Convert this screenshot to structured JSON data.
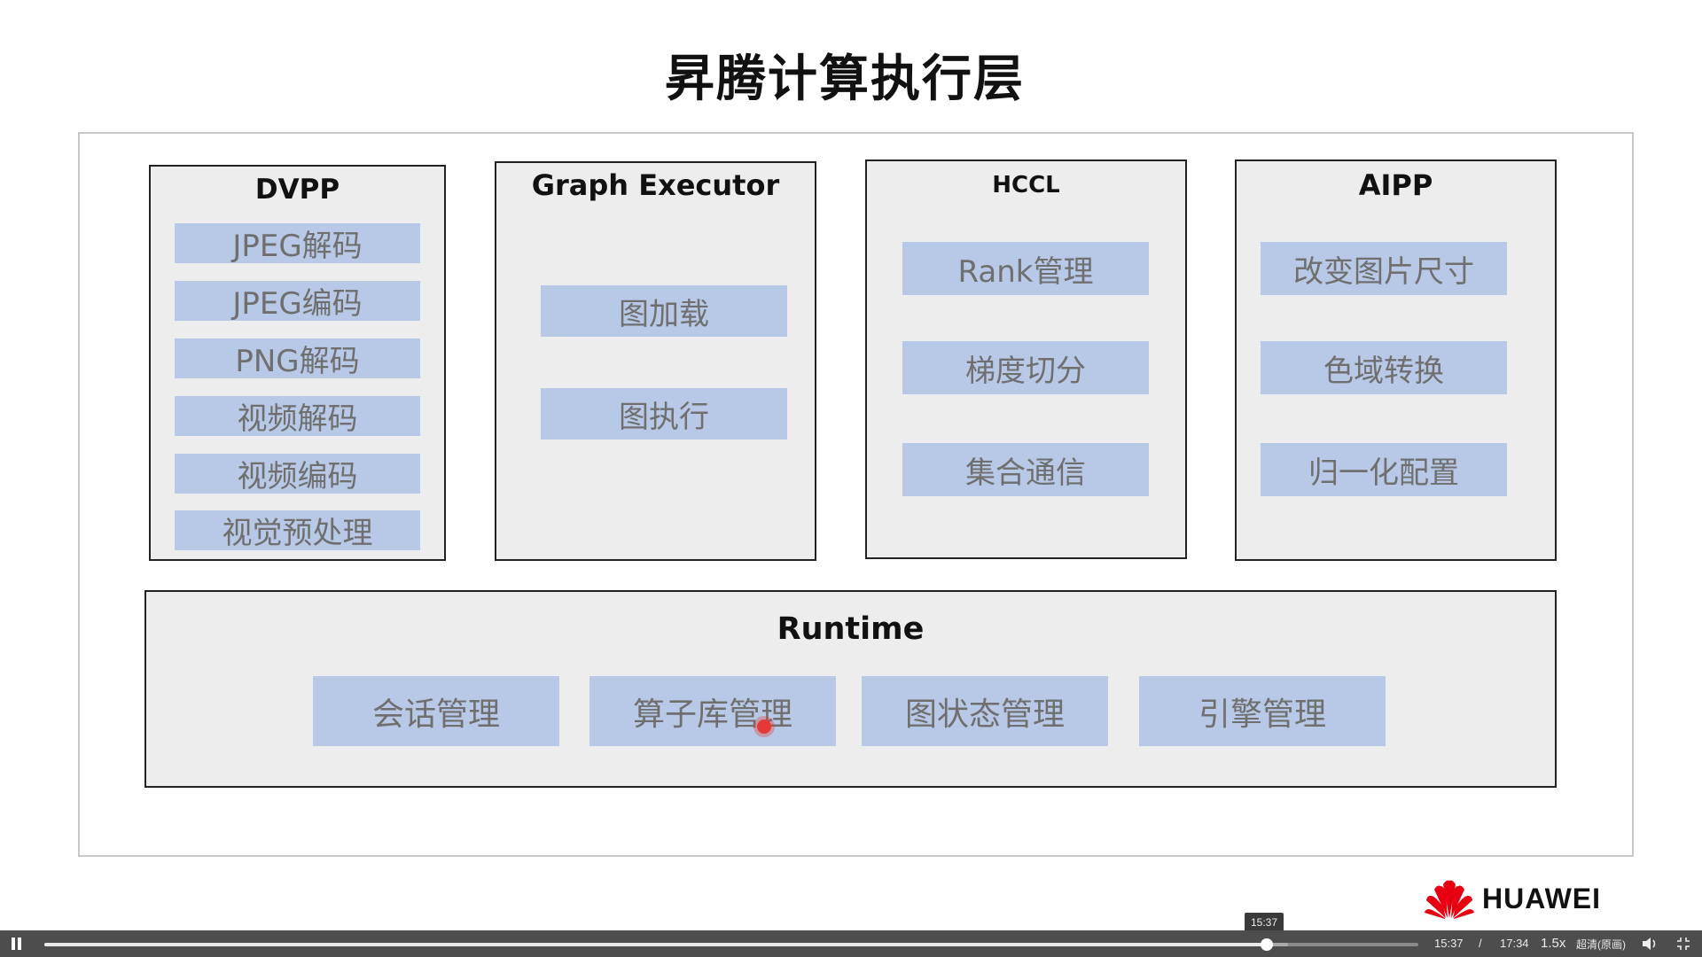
{
  "slide": {
    "title": "昇腾计算执行层",
    "dvpp": {
      "title": "DVPP",
      "items": [
        "JPEG解码",
        "JPEG编码",
        "PNG解码",
        "视频解码",
        "视频编码",
        "视觉预处理"
      ]
    },
    "graph_executor": {
      "title": "Graph Executor",
      "items": [
        "图加载",
        "图执行"
      ]
    },
    "hccl": {
      "title": "HCCL",
      "items": [
        "Rank管理",
        "梯度切分",
        "集合通信"
      ]
    },
    "aipp": {
      "title": "AIPP",
      "items": [
        "改变图片尺寸",
        "色域转换",
        "归一化配置"
      ]
    },
    "runtime": {
      "title": "Runtime",
      "items": [
        "会话管理",
        "算子库管理",
        "图状态管理",
        "引擎管理"
      ]
    },
    "brand": {
      "name": "HUAWEI",
      "logo_icon": "huawei-petal-logo",
      "logo_color": "#e60012"
    },
    "colors": {
      "cell_fill": "#b7c9e6",
      "cell_text": "#6f6f6f",
      "panel_fill": "#ededed"
    }
  },
  "player": {
    "state_icon": "pause-icon",
    "current_time": "15:37",
    "separator": "/",
    "total_time": "17:34",
    "hover_time": "15:37",
    "speed": "1.5x",
    "quality": "超清(原画)",
    "progress": 0.8895,
    "buffered": 0.905,
    "volume_icon": "volume-icon",
    "fullscreen_icon": "exit-fullscreen-icon"
  }
}
